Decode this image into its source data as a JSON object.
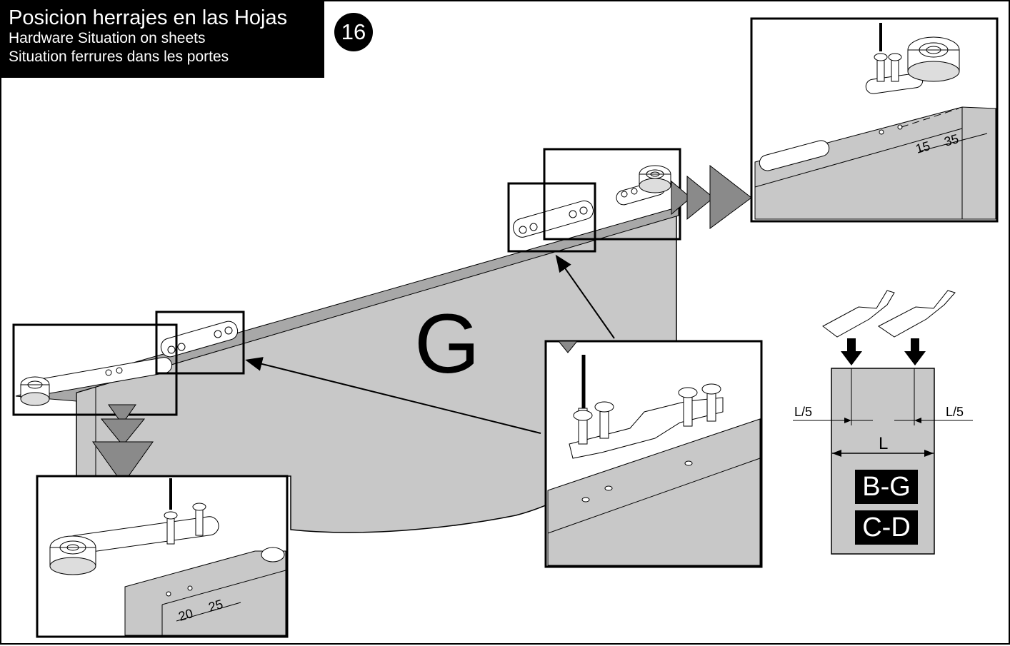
{
  "title": {
    "es": "Posicion herrajes en las Hojas",
    "en": "Hardware Situation on sheets",
    "fr": "Situation ferrures dans les portes"
  },
  "step_number": "16",
  "panel_letter": "G",
  "dimensions": {
    "top_detail": [
      "15",
      "35"
    ],
    "bottom_detail": [
      "20",
      "25"
    ],
    "fraction_left": "L/5",
    "fraction_right": "L/5",
    "length": "L"
  },
  "door_codes": [
    "B-G",
    "C-D"
  ],
  "colors": {
    "panel_gray": "#c8c8c8",
    "panel_edge": "#a8a8a8",
    "arrow_gray": "#8a8a8a",
    "black": "#000000"
  }
}
